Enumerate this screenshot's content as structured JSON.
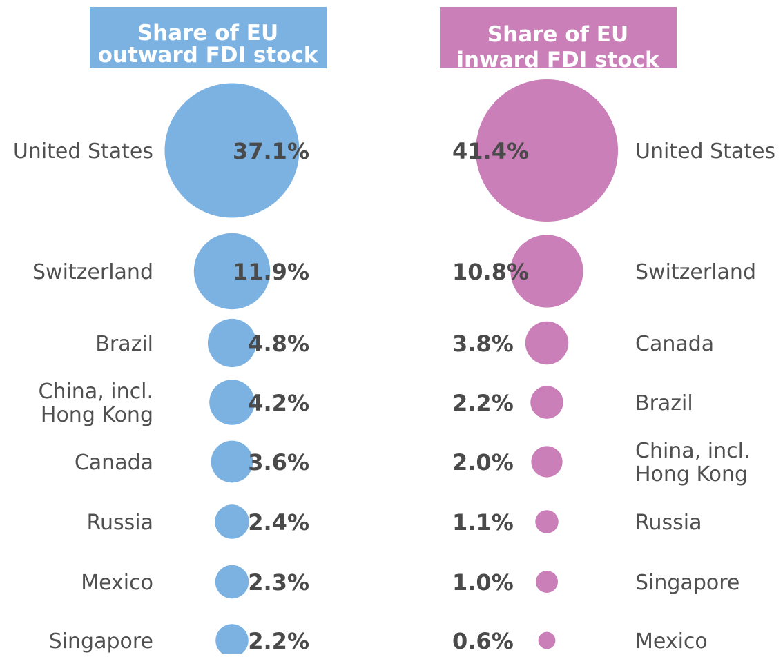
{
  "colors": {
    "outward": "#7cb2e2",
    "inward": "#ca7fb8",
    "header_text": "#ffffff",
    "label_text": "#505050",
    "value_text": "#4a4a4a"
  },
  "chart_data": [
    {
      "type": "bubble",
      "title_lines": [
        "Share of EU",
        "outward FDI stock"
      ],
      "unit": "%",
      "categories": [
        "United States",
        "Switzerland",
        "Brazil",
        "China, incl. Hong Kong",
        "Canada",
        "Russia",
        "Mexico",
        "Singapore"
      ],
      "label_lines": [
        [
          "United States"
        ],
        [
          "Switzerland"
        ],
        [
          "Brazil"
        ],
        [
          "China, incl.",
          "Hong Kong"
        ],
        [
          "Canada"
        ],
        [
          "Russia"
        ],
        [
          "Mexico"
        ],
        [
          "Singapore"
        ]
      ],
      "values": [
        37.1,
        11.9,
        4.8,
        4.2,
        3.6,
        2.4,
        2.3,
        2.2
      ],
      "value_labels": [
        "37.1%",
        "11.9%",
        "4.8%",
        "4.2%",
        "3.6%",
        "2.4%",
        "2.3%",
        "2.2%"
      ]
    },
    {
      "type": "bubble",
      "title_lines": [
        "Share of EU",
        "inward FDI stock"
      ],
      "unit": "%",
      "categories": [
        "United States",
        "Switzerland",
        "Canada",
        "Brazil",
        "China, incl. Hong Kong",
        "Russia",
        "Singapore",
        "Mexico"
      ],
      "label_lines": [
        [
          "United States"
        ],
        [
          "Switzerland"
        ],
        [
          "Canada"
        ],
        [
          "Brazil"
        ],
        [
          "China, incl.",
          "Hong Kong"
        ],
        [
          "Russia"
        ],
        [
          "Singapore"
        ],
        [
          "Mexico"
        ]
      ],
      "values": [
        41.4,
        10.8,
        3.8,
        2.2,
        2.0,
        1.1,
        1.0,
        0.6
      ],
      "value_labels": [
        "41.4%",
        "10.8%",
        "3.8%",
        "2.2%",
        "2.0%",
        "1.1%",
        "1.0%",
        "0.6%"
      ]
    }
  ]
}
